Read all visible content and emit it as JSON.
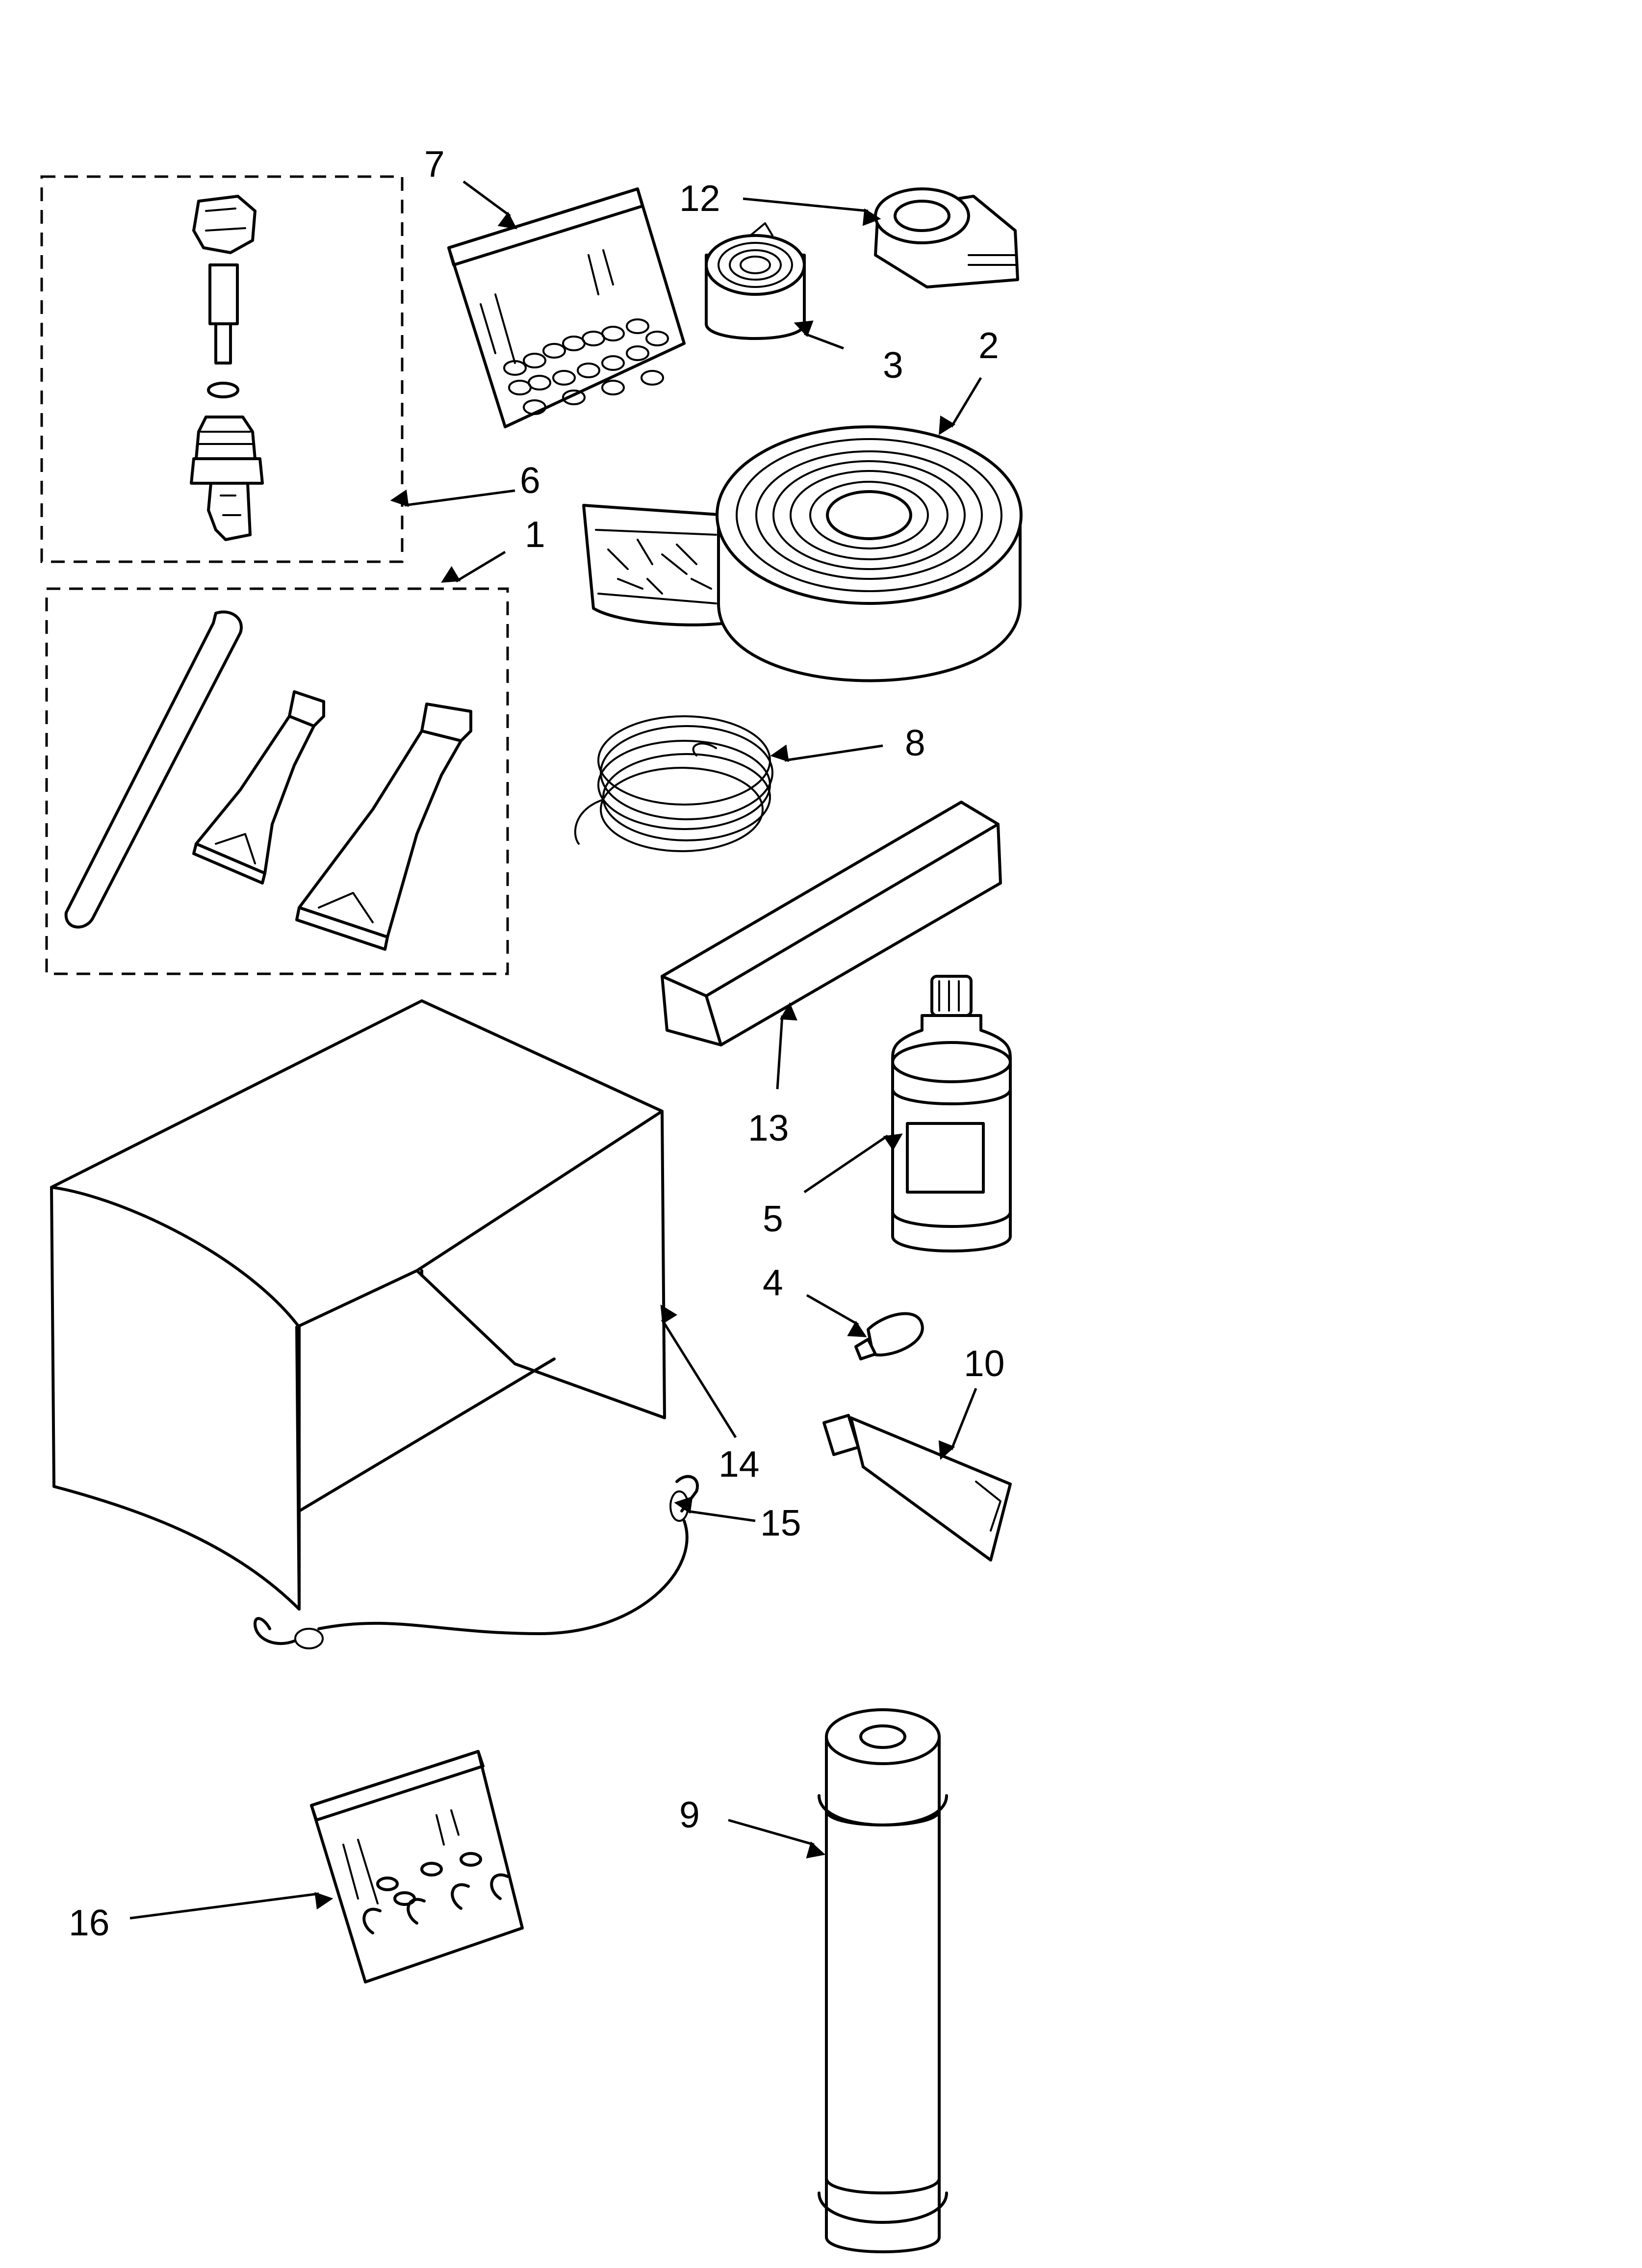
{
  "callouts": [
    {
      "id": "1",
      "label": "1"
    },
    {
      "id": "2",
      "label": "2"
    },
    {
      "id": "3",
      "label": "3"
    },
    {
      "id": "4",
      "label": "4"
    },
    {
      "id": "5",
      "label": "5"
    },
    {
      "id": "6",
      "label": "6"
    },
    {
      "id": "7",
      "label": "7"
    },
    {
      "id": "8",
      "label": "8"
    },
    {
      "id": "9",
      "label": "9"
    },
    {
      "id": "10",
      "label": "10"
    },
    {
      "id": "12",
      "label": "12"
    },
    {
      "id": "13",
      "label": "13"
    },
    {
      "id": "14",
      "label": "14"
    },
    {
      "id": "15",
      "label": "15"
    },
    {
      "id": "16",
      "label": "16"
    }
  ]
}
